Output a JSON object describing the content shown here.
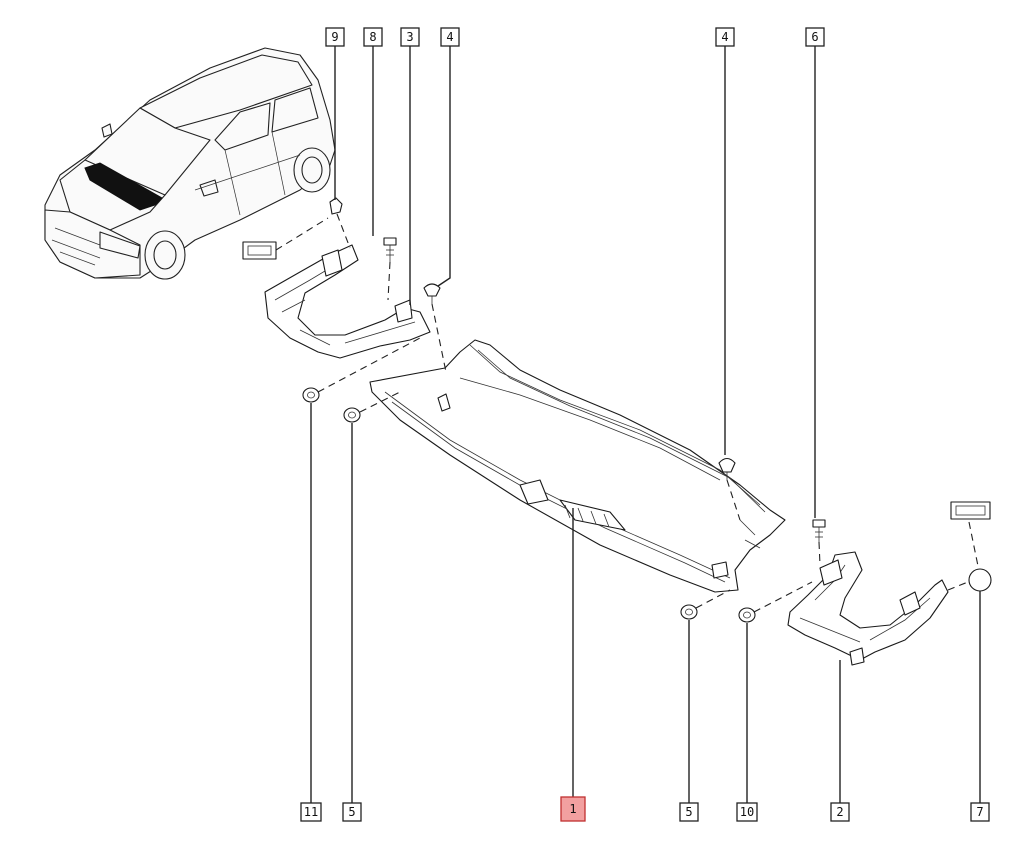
{
  "callouts": [
    {
      "id": "c9",
      "label": "9"
    },
    {
      "id": "c8",
      "label": "8"
    },
    {
      "id": "c3",
      "label": "3"
    },
    {
      "id": "c4a",
      "label": "4"
    },
    {
      "id": "c4b",
      "label": "4"
    },
    {
      "id": "c6",
      "label": "6"
    },
    {
      "id": "c11",
      "label": "11"
    },
    {
      "id": "c5a",
      "label": "5"
    },
    {
      "id": "c1",
      "label": "1"
    },
    {
      "id": "c5b",
      "label": "5"
    },
    {
      "id": "c10",
      "label": "10"
    },
    {
      "id": "c2",
      "label": "2"
    },
    {
      "id": "c7",
      "label": "7"
    }
  ],
  "highlight_color": "#f2a0a0"
}
